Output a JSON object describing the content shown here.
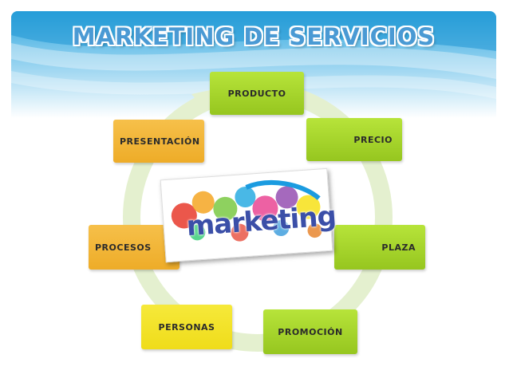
{
  "title": "MARKETING DE SERVICIOS",
  "image_text": "marketing",
  "items": [
    {
      "label": "PRODUCTO"
    },
    {
      "label": "PRECIO"
    },
    {
      "label": "PLAZA"
    },
    {
      "label": "PROMOCIÓN"
    },
    {
      "label": "PERSONAS"
    },
    {
      "label": "PROCESOS"
    },
    {
      "label": "PRESENTACIÓN"
    }
  ],
  "colors": {
    "green": "#a8d62c",
    "orange": "#f2b63a",
    "yellow": "#f3e42a",
    "ring": "#e4f0cf",
    "title": "#4a9ad4"
  }
}
